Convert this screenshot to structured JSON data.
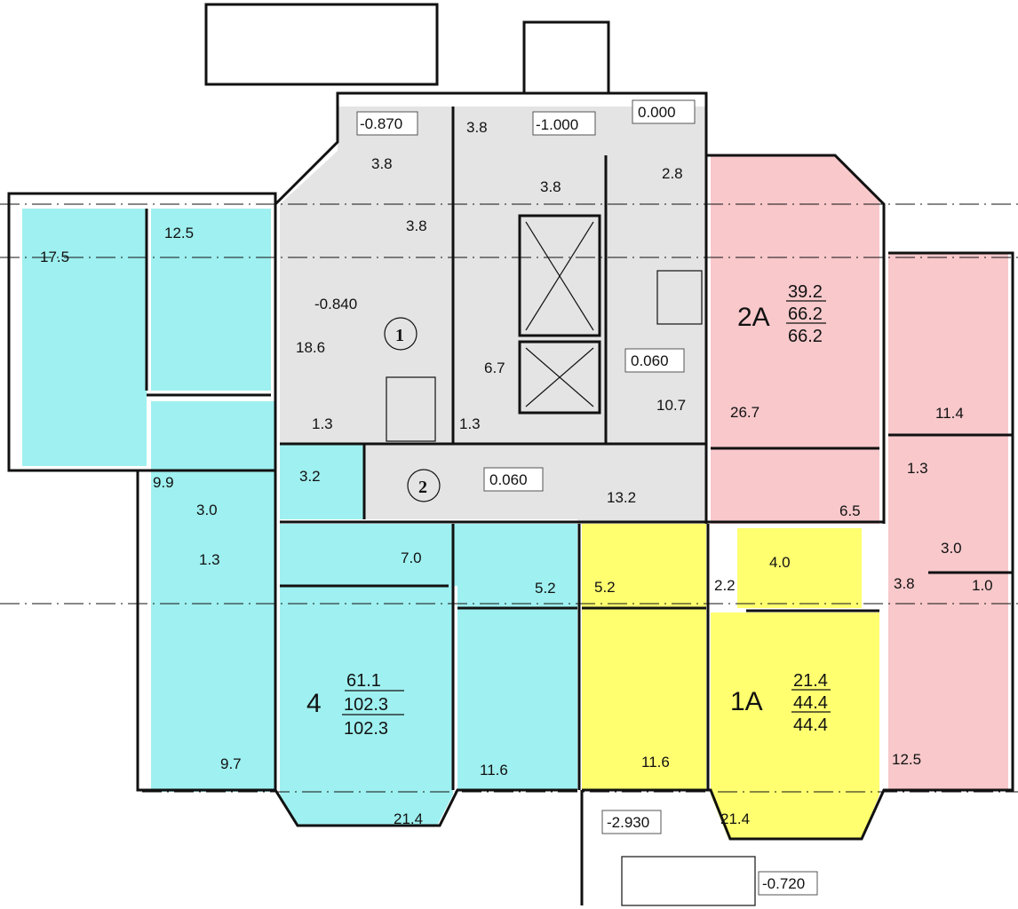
{
  "colors": {
    "apt4": "#9ff0f0",
    "apt2a": "#f8c8cb",
    "apt1a": "#ffff70",
    "common": "#e4e4e4"
  },
  "apartment_4": {
    "type": "4",
    "living": "61.1",
    "total": "102.3",
    "total2": "102.3",
    "rooms": [
      "17.5",
      "12.5",
      "9.9",
      "3.0",
      "1.3",
      "9.7",
      "3.2",
      "7.0",
      "5.2",
      "11.6",
      "21.4"
    ]
  },
  "apartment_2a": {
    "type": "2A",
    "living": "39.2",
    "total": "66.2",
    "total2": "66.2",
    "rooms": [
      "26.7",
      "6.5",
      "11.4",
      "1.3",
      "3.0",
      "3.8",
      "1.0",
      "12.5"
    ]
  },
  "apartment_1a": {
    "type": "1A",
    "living": "21.4",
    "total": "44.4",
    "total2": "44.4",
    "rooms": [
      "5.2",
      "2.2",
      "4.0",
      "11.6",
      "21.4"
    ]
  },
  "common": {
    "zone1": "1",
    "zone2": "2",
    "rooms": [
      "18.6",
      "1.3",
      "3.8",
      "3.8",
      "3.8",
      "3.8",
      "6.7",
      "1.3",
      "2.8",
      "10.7",
      "13.2"
    ],
    "levels": [
      "-0.840",
      "-0.870",
      "-1.000",
      "0.000",
      "0.060",
      "0.060",
      "-2.930",
      "-0.720"
    ]
  }
}
